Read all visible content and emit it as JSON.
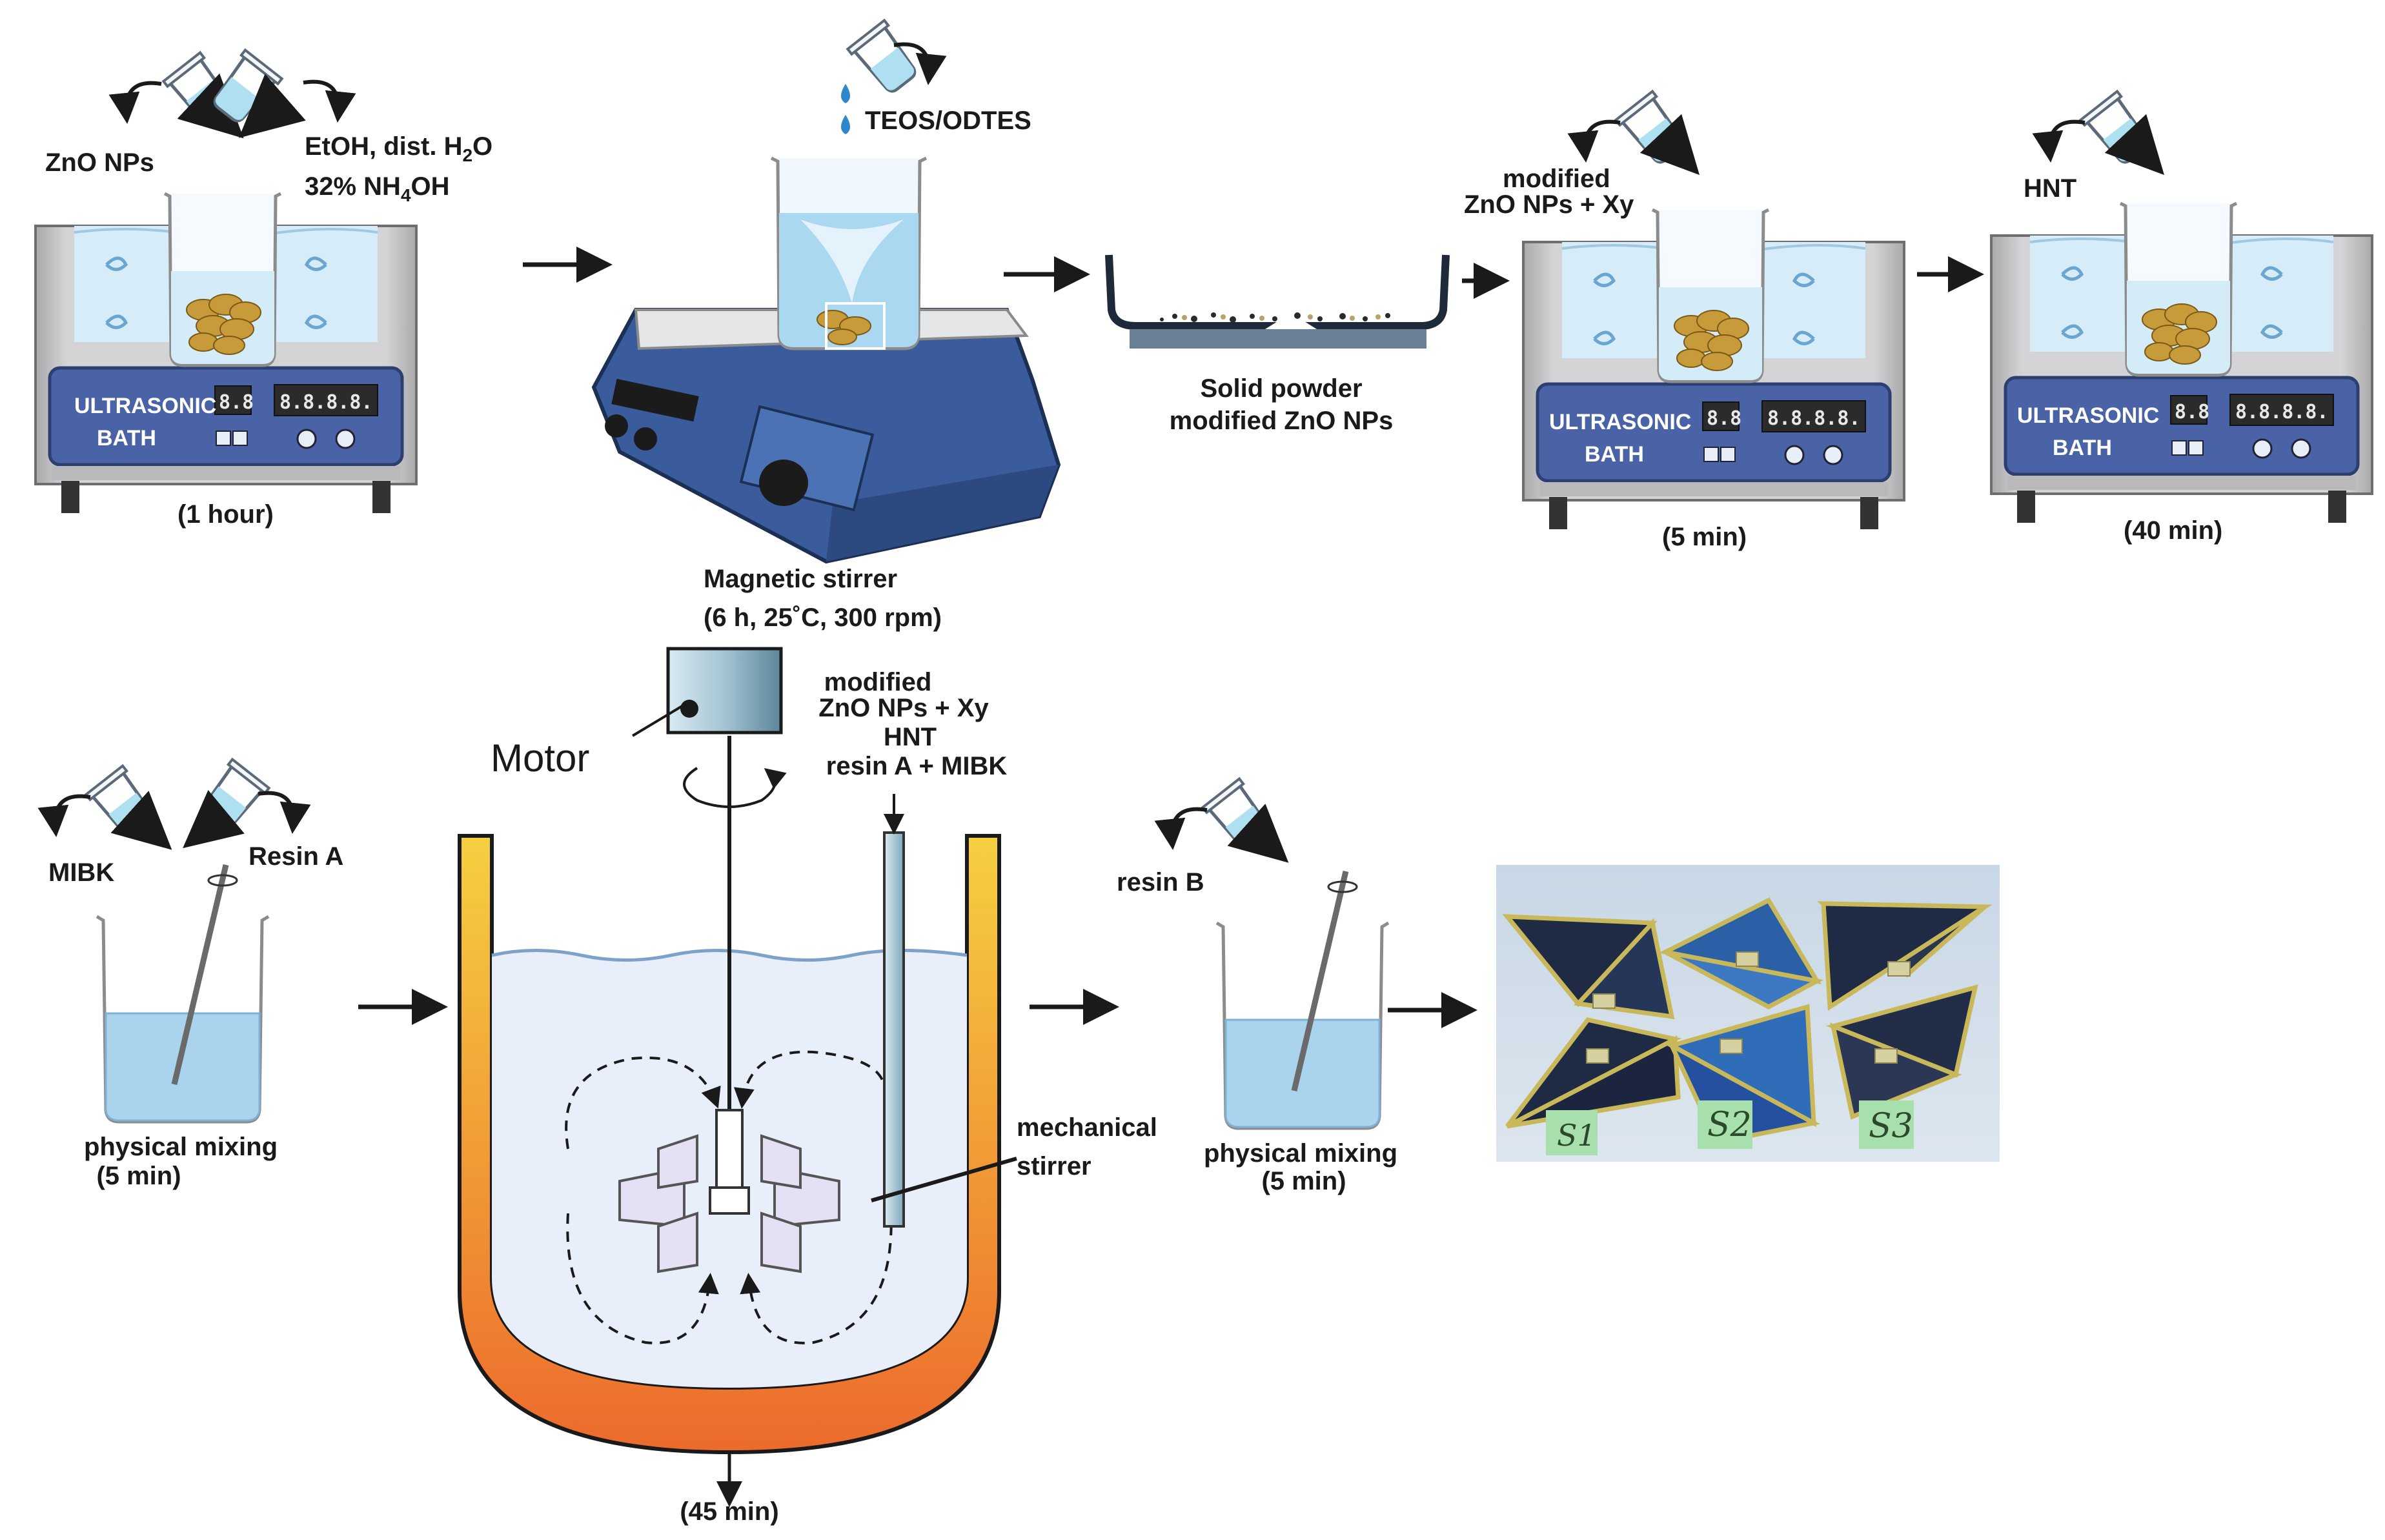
{
  "colors": {
    "bath_body": "#c9c9cb",
    "bath_panel": "#4b64a8",
    "water": "#cfe8f6",
    "beaker_liquid": "#a8d4ef",
    "jacket_top": "#f4c834",
    "jacket_bottom": "#ec6a2c",
    "stirrer_body": "#2f4f8f",
    "motor": "#8fb3c4",
    "arrow": "#1a1a1a",
    "orange_arrow": "#e8731e",
    "navy_arrow": "#1f3a60"
  },
  "icons": [
    "pour-icon",
    "ultrasonic-bath-icon",
    "magnetic-stirrer-icon",
    "petri-dish-icon",
    "beaker-icon",
    "reactor-icon",
    "motor-icon",
    "samples-photo"
  ],
  "step1": {
    "label_left": "ZnO NPs",
    "label_right_1": "EtOH, dist. H",
    "label_right_1_sub": "2",
    "label_right_1_end": "O",
    "label_right_2": "32% NH",
    "label_right_2_sub": "4",
    "label_right_2_end": "OH",
    "duration": "(1 hour)"
  },
  "bath": {
    "line1": "ULTRASONIC",
    "line2": "BATH",
    "lcd_small": "8.8",
    "lcd_big": "8.8.8.8."
  },
  "step2": {
    "reagent": "TEOS/ODTES",
    "name": "Magnetic stirrer",
    "conditions": "(6 h, 25˚C, 300 rpm)"
  },
  "step3": {
    "line1": "Solid powder",
    "line2": "modified ZnO NPs"
  },
  "step4": {
    "line1": "modified",
    "line2": "ZnO NPs + Xy",
    "duration": "(5 min)"
  },
  "step5": {
    "reagent": "HNT",
    "duration": "(40 min)"
  },
  "step6": {
    "label_left": "MIBK",
    "label_right": "Resin A",
    "line1": "physical mixing",
    "line2": "(5 min)"
  },
  "reactor": {
    "motor": "Motor",
    "feed1": "modified",
    "feed2": "ZnO NPs + Xy",
    "feed3": "HNT",
    "feed4": "resin A + MIBK",
    "stirrer1": "mechanical",
    "stirrer2": "stirrer",
    "duration": "(45 min)"
  },
  "step8": {
    "reagent": "resin B",
    "line1": "physical mixing",
    "line2": "(5 min)"
  },
  "samples": [
    "S1",
    "S2",
    "S3"
  ]
}
